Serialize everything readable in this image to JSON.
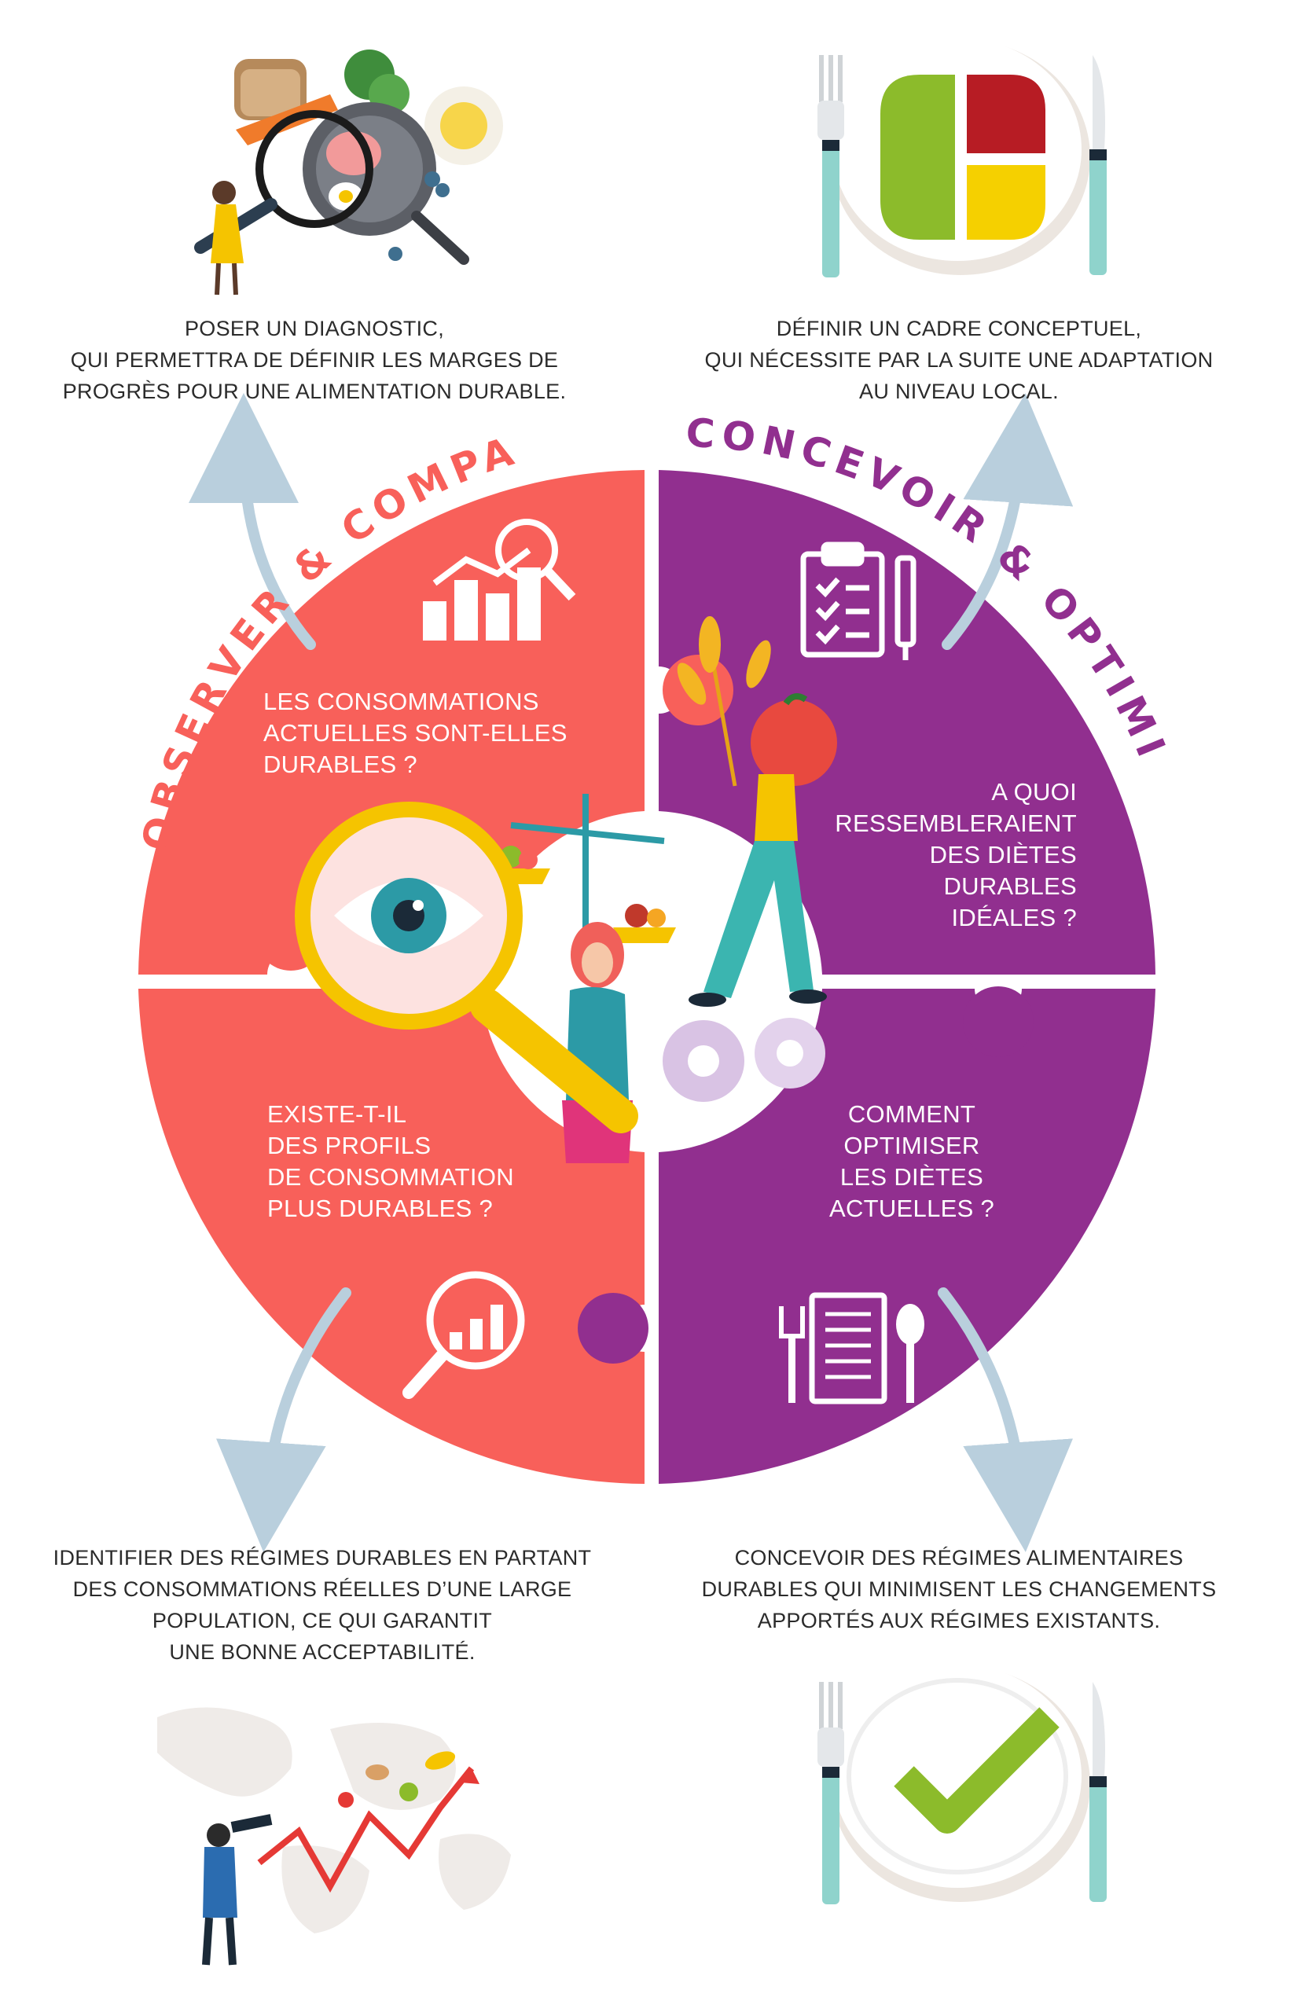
{
  "colors": {
    "observe_red": "#f8605a",
    "design_purple": "#912f8f",
    "arrow": "#b9cfdd",
    "text_dark": "#2b2b2b",
    "plate_green": "#8cbb2b",
    "plate_red": "#b71c24",
    "plate_yellow": "#f5d000",
    "cutlery_teal": "#8fd3cc"
  },
  "sections": {
    "observe_title": "OBSERVER & COMPARER",
    "design_title": "CONCEVOIR & OPTIMISER"
  },
  "captions": {
    "top_left": "POSER UN DIAGNOSTIC,\nQUI PERMETTRA DE DÉFINIR LES MARGES DE\nPROGRÈS POUR UNE ALIMENTATION DURABLE.",
    "top_right": "DÉFINIR UN CADRE CONCEPTUEL,\nQUI NÉCESSITE PAR LA SUITE UNE ADAPTATION\nAU NIVEAU LOCAL.",
    "bottom_left": "IDENTIFIER DES RÉGIMES DURABLES EN PARTANT\nDES CONSOMMATIONS RÉELLES D’UNE LARGE\nPOPULATION, CE QUI GARANTIT\nUNE BONNE ACCEPTABILITÉ.",
    "bottom_right": "CONCEVOIR DES RÉGIMES ALIMENTAIRES\nDURABLES QUI MINIMISENT LES CHANGEMENTS\nAPPORTÉS AUX RÉGIMES EXISTANTS."
  },
  "quadrants": {
    "top_left": "LES CONSOMMATIONS\nACTUELLES SONT-ELLES\nDURABLES ?",
    "top_right": "A QUOI\nRESSEMBLERAIENT\nDES DIÈTES\nDURABLES\nIDÉALES ?",
    "bottom_left": "EXISTE-T-IL\nDES PROFILS\nDE CONSOMMATION\nPLUS DURABLES ?",
    "bottom_right": "COMMENT\nOPTIMISER\nLES DIÈTES\nACTUELLES ?"
  },
  "icons": {
    "top_left_quadrant": "bar-chart-magnifier-icon",
    "top_right_quadrant": "clipboard-checklist-pen-icon",
    "bottom_left_quadrant": "magnifier-bar-chart-icon",
    "bottom_right_quadrant": "menu-cutlery-icon",
    "top_left_illustration": "food-magnifier-illustration",
    "top_right_illustration": "food-plate-sections-illustration",
    "bottom_left_illustration": "world-map-trend-illustration",
    "bottom_right_illustration": "plate-checkmark-illustration"
  }
}
